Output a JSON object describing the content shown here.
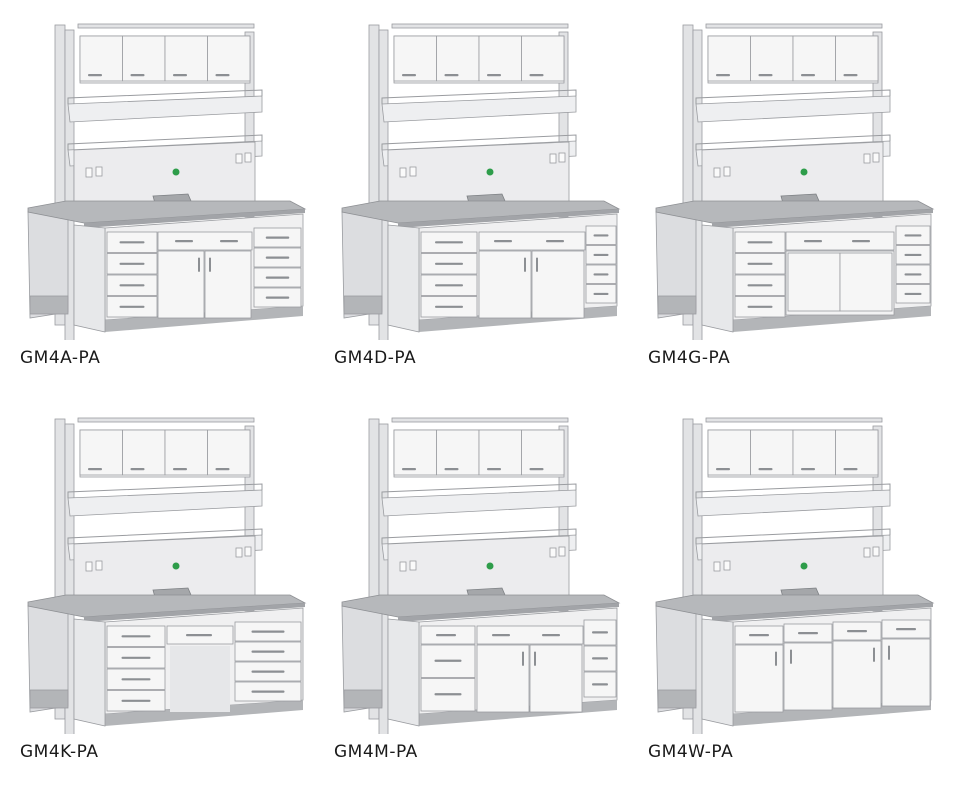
{
  "products": [
    {
      "model": "GM4A-PA",
      "base": "A"
    },
    {
      "model": "GM4D-PA",
      "base": "D"
    },
    {
      "model": "GM4G-PA",
      "base": "G"
    },
    {
      "model": "GM4K-PA",
      "base": "K"
    },
    {
      "model": "GM4M-PA",
      "base": "M"
    },
    {
      "model": "GM4W-PA",
      "base": "W"
    }
  ],
  "colors": {
    "cabinet": "#f6f6f6",
    "frame": "#e2e3e5",
    "worktop": "#b6b8bb",
    "plinth": "#b3b5b8",
    "outline": "#9a9ca0",
    "handle": "#8c8f93",
    "indicator": "#2e9d4a"
  }
}
